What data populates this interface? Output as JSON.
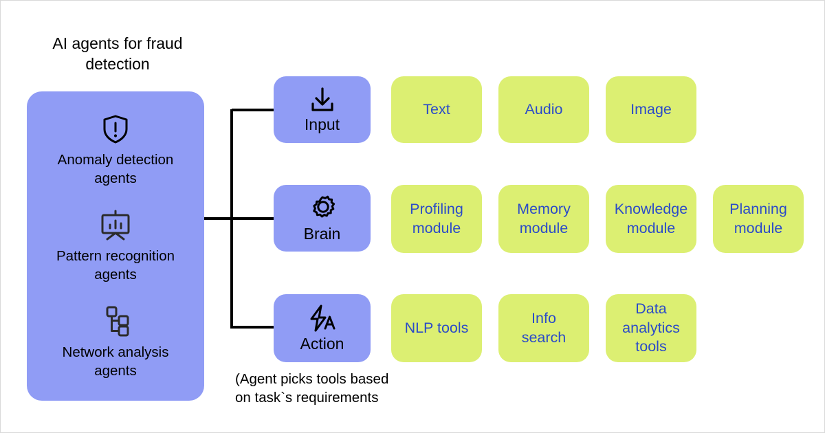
{
  "title": "AI agents for fraud\ndetection",
  "colors": {
    "background": "#ffffff",
    "primary_card": "#909CF5",
    "secondary_card": "#DCEF72",
    "secondary_label": "#2B4BC8",
    "primary_label": "#000000",
    "connector_line": "#000000"
  },
  "agents_panel": {
    "items": [
      {
        "icon": "shield-alert-icon",
        "label": "Anomaly detection\nagents"
      },
      {
        "icon": "presentation-chart-icon",
        "label": "Pattern recognition\nagents"
      },
      {
        "icon": "network-hierarchy-icon",
        "label": "Network analysis\nagents"
      }
    ]
  },
  "rows": [
    {
      "key": "input",
      "primary": {
        "icon": "download-arrow-icon",
        "label": "Input"
      },
      "items": [
        "Text",
        "Audio",
        "Image"
      ]
    },
    {
      "key": "brain",
      "primary": {
        "icon": "gear-icon",
        "label": "Brain"
      },
      "items": [
        "Profiling\nmodule",
        "Memory\nmodule",
        "Knowledge\nmodule",
        "Planning\nmodule"
      ]
    },
    {
      "key": "action",
      "primary": {
        "icon": "lightning-bolt-a-icon",
        "label": "Action"
      },
      "items": [
        "NLP tools",
        "Info\nsearch",
        "Data\nanalytics\ntools"
      ]
    }
  ],
  "footnote": "(Agent picks tools based\non task`s requirements"
}
